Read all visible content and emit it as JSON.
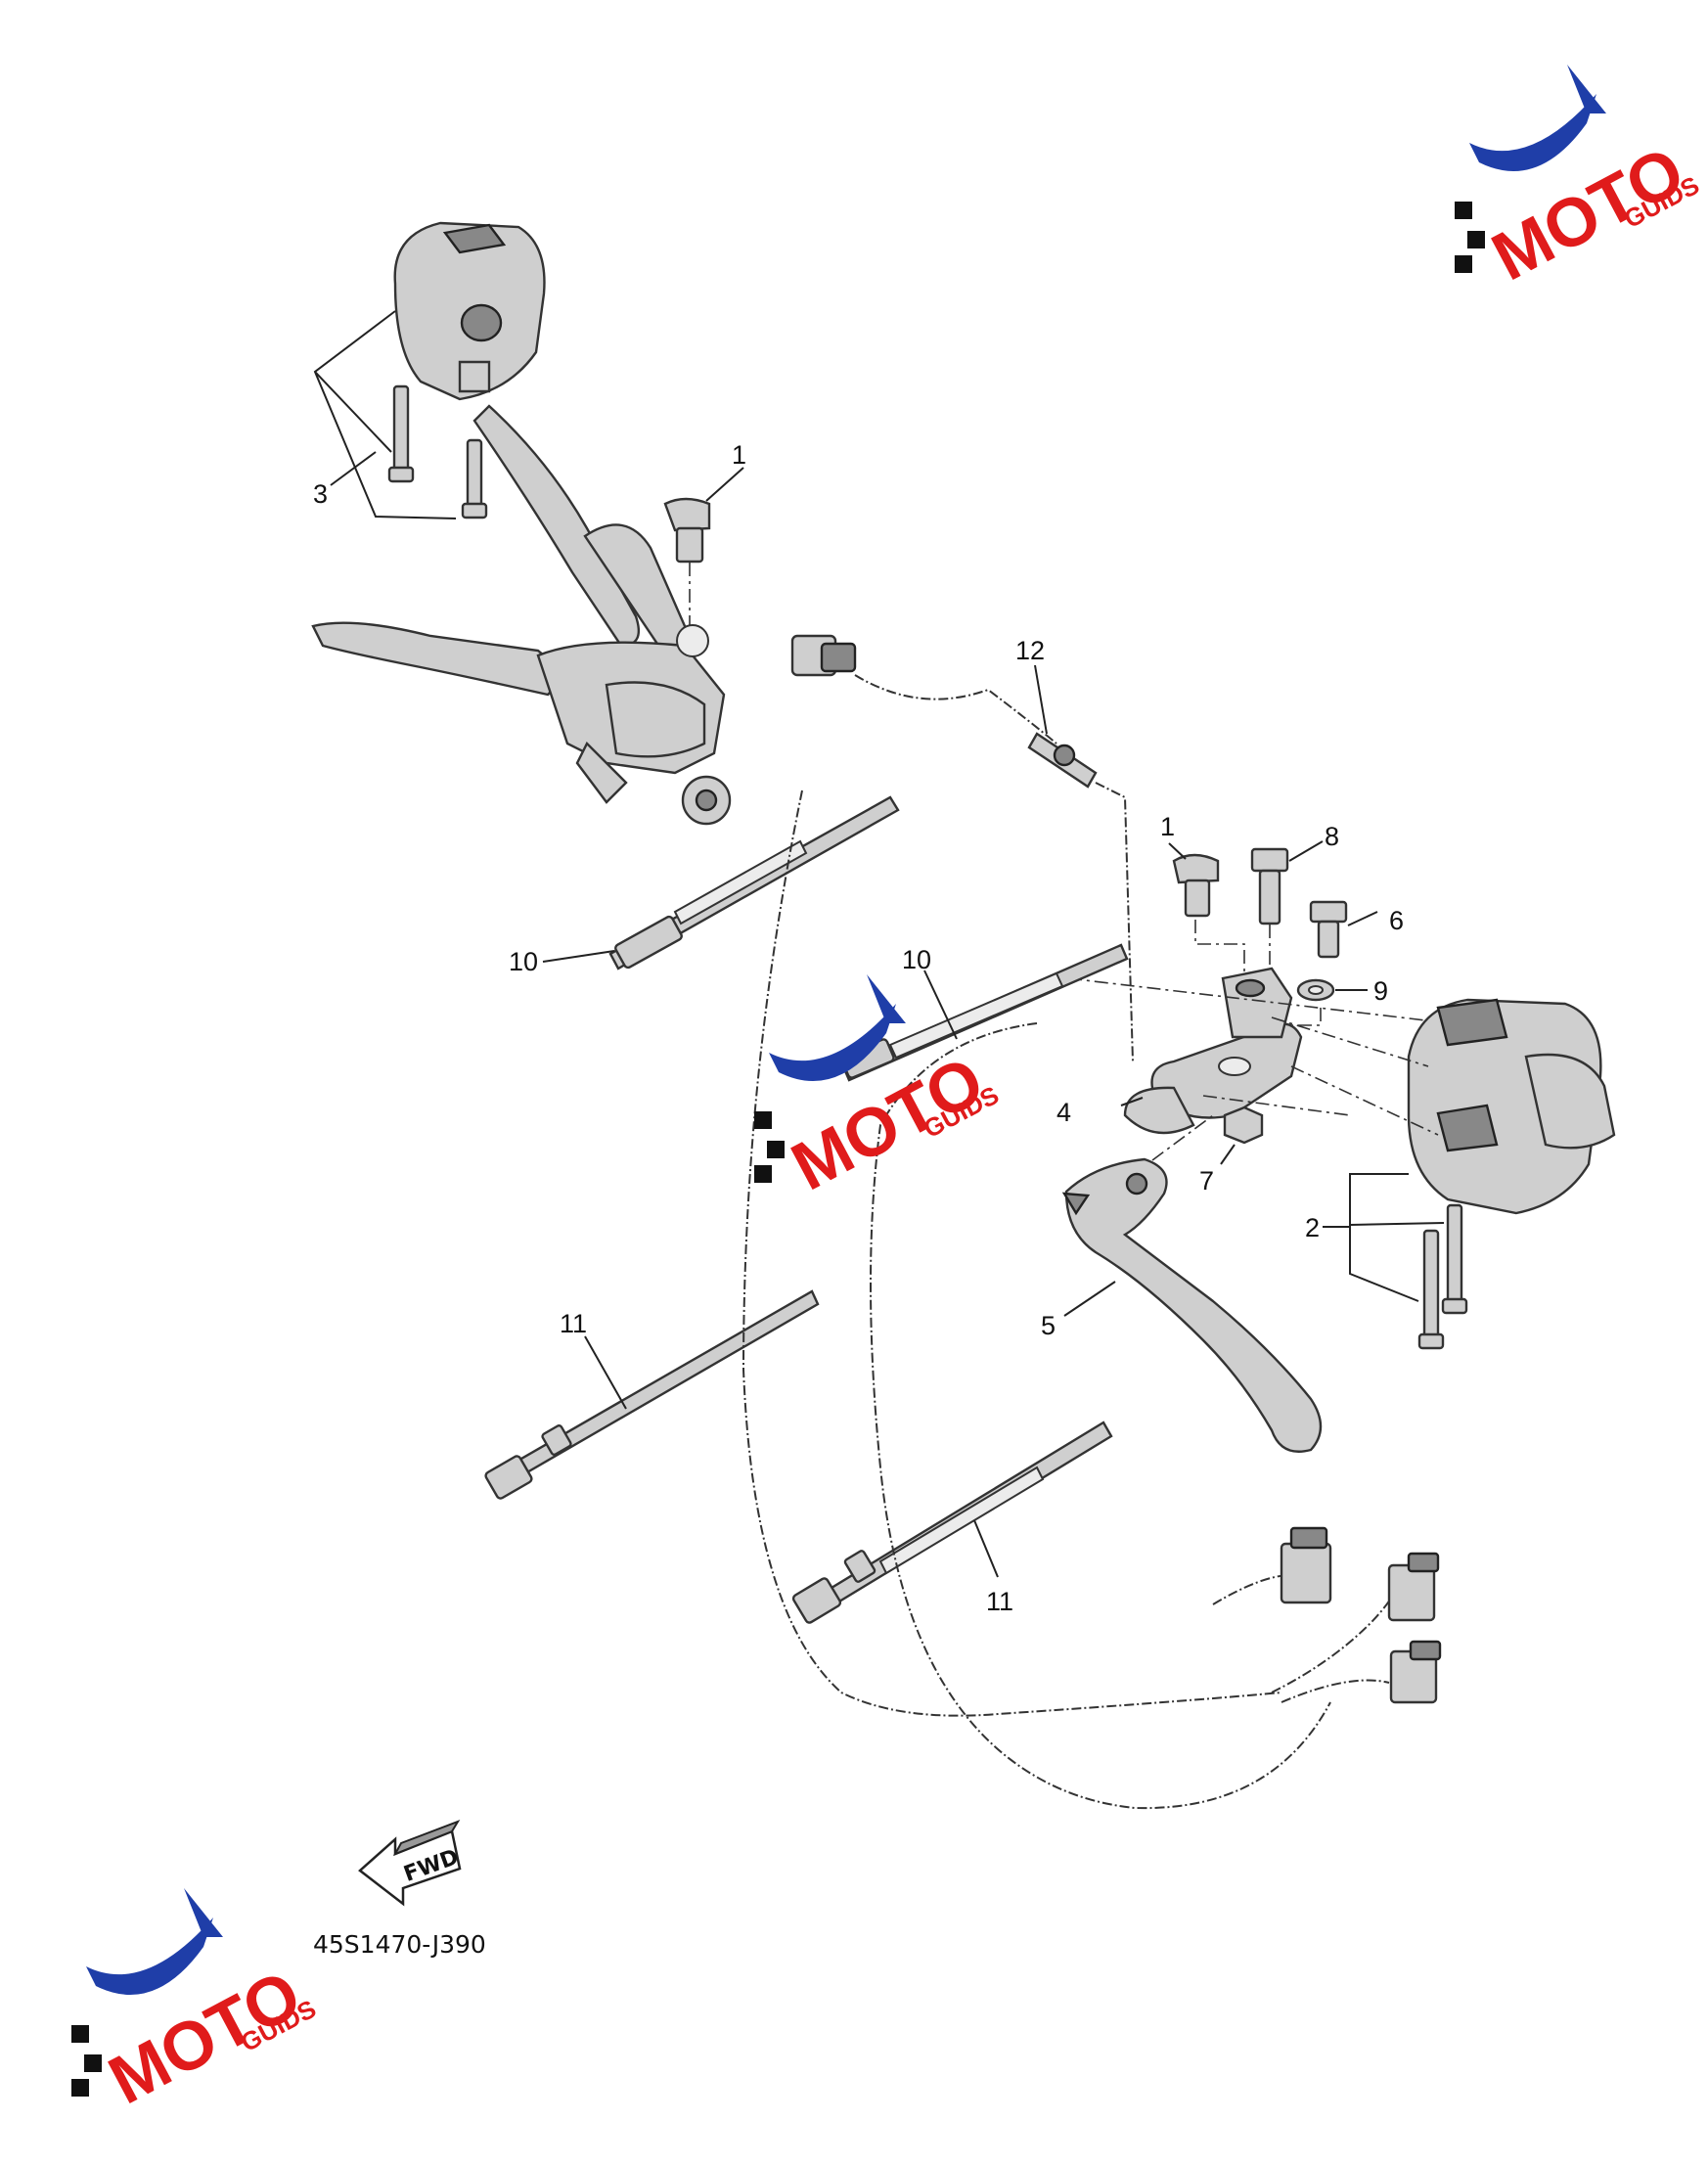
{
  "diagram": {
    "callouts": [
      "1",
      "1",
      "2",
      "3",
      "4",
      "5",
      "6",
      "7",
      "8",
      "9",
      "10",
      "10",
      "11",
      "11",
      "12"
    ],
    "drawing_code": "45S1470-J390",
    "fwd_label": "FWD"
  },
  "watermark": {
    "logo_text": "MOTO",
    "logo_subtext": "GUIDS",
    "colors": {
      "red": "#e01b1b",
      "blue": "#1f3ea8",
      "black": "#111111"
    }
  }
}
